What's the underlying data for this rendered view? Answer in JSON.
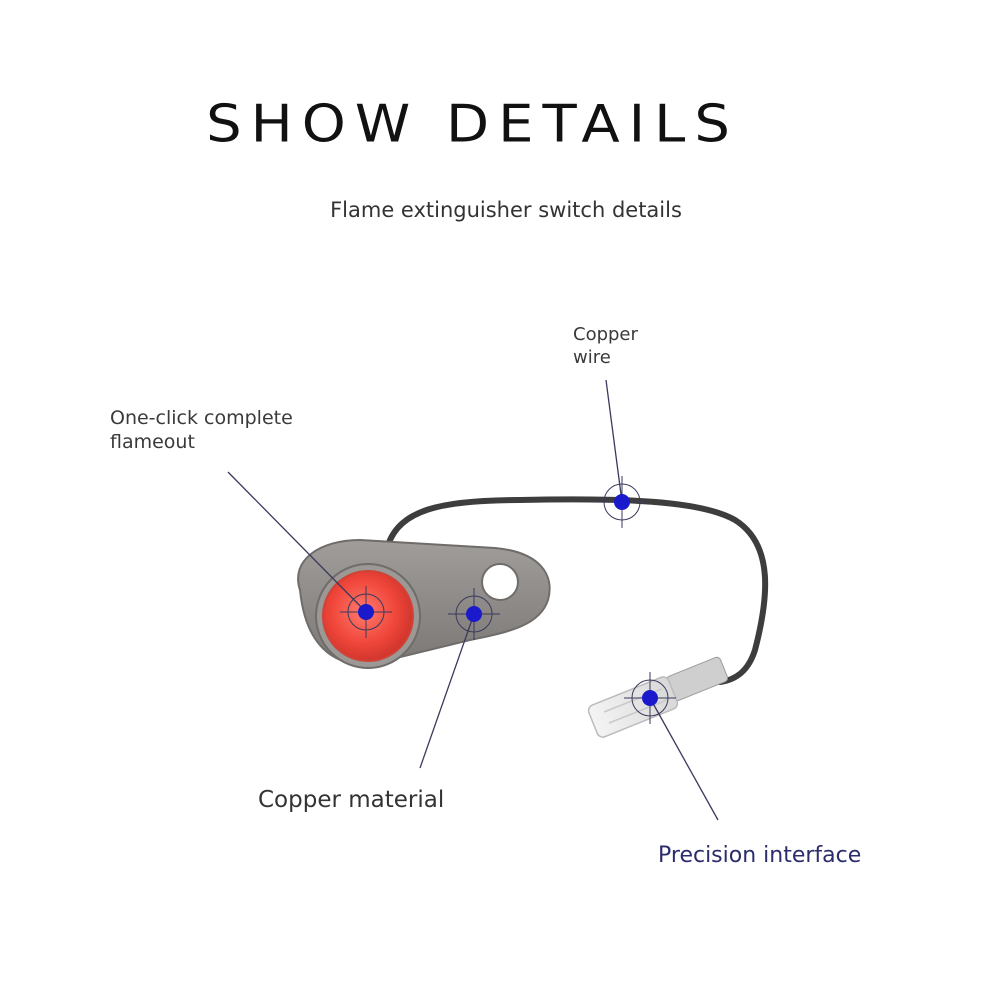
{
  "header": {
    "title": "SHOW DETAILS",
    "subtitle": "Flame extinguisher switch details"
  },
  "callouts": {
    "one_click": "One-click complete\nflameout",
    "copper_wire": "Copper\nwire",
    "copper_material": "Copper material",
    "precision_interface": "Precision interface"
  },
  "colors": {
    "marker": "#1a1acc",
    "button_red": "#f0463a",
    "bracket_grey": "#8a8785",
    "cable_dark": "#3d3d3d"
  }
}
